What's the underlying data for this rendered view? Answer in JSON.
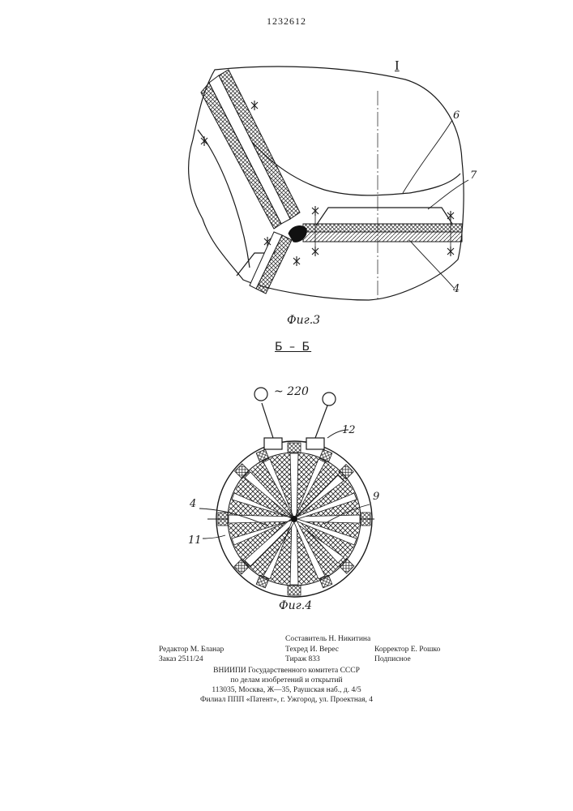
{
  "header": {
    "patent_number": "1232612"
  },
  "figure3": {
    "detail_label": "I",
    "caption": "Фиг.3",
    "labels": {
      "six": "6",
      "seven": "7",
      "four": "4"
    }
  },
  "figure4": {
    "section_title": "Б – Б",
    "caption": "Фиг.4",
    "voltage": "~ 220",
    "labels": {
      "twelve": "12",
      "four": "4",
      "nine": "9",
      "eleven": "11"
    }
  },
  "imprint": {
    "compiler": "Составитель Н. Никитина",
    "editor": "Редактор М. Бланар",
    "techred": "Техред И. Верес",
    "corrector": "Корректор Е. Рошко",
    "order": "Заказ 2511/24",
    "circulation": "Тираж 833",
    "subscription": "Подписное",
    "org1": "ВНИИПИ Государственного комитета СССР",
    "org2": "по делам изобретений и открытий",
    "address": "113035, Москва, Ж—35, Раушская наб., д. 4/5",
    "branch": "Филиал ППП «Патент», г. Ужгород, ул. Проектная, 4"
  }
}
